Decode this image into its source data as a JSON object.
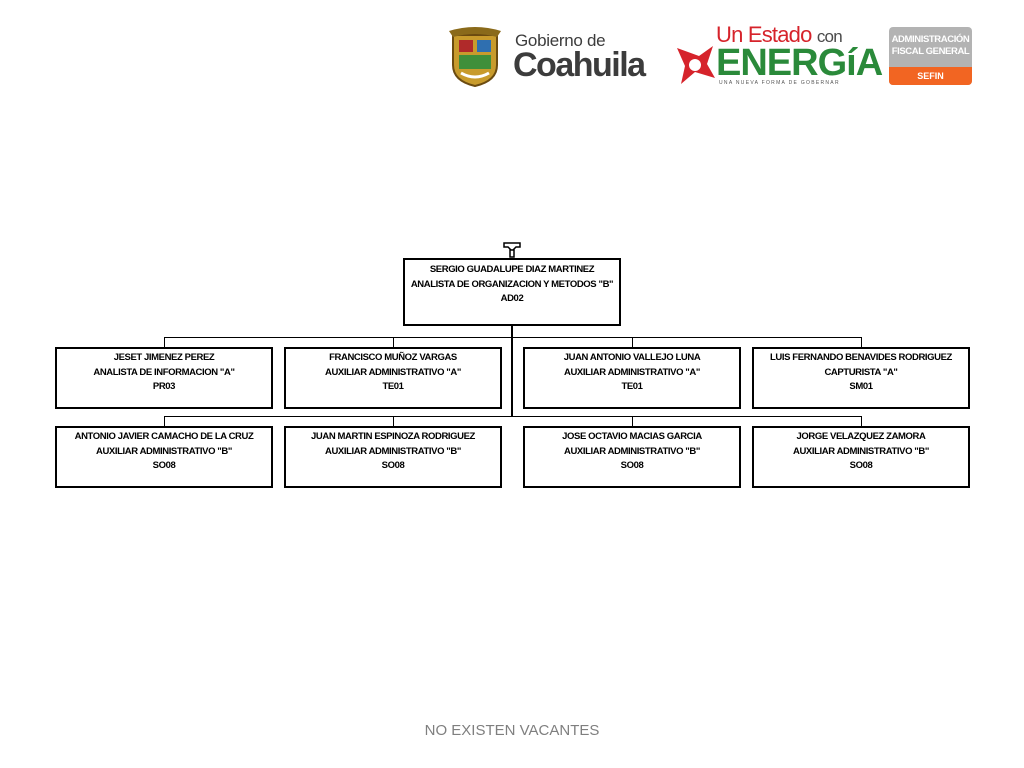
{
  "header": {
    "gobierno_small": "Gobierno de",
    "gobierno_big": "Coahuila",
    "estado_line1_a": "Un Estado",
    "estado_line1_b": "con",
    "estado_line2": "ENERGíA",
    "estado_tagline": "UNA NUEVA FORMA DE GOBERNAR",
    "afg_line1": "ADMINISTRACIÓN",
    "afg_line2": "FISCAL GENERAL",
    "afg_band": "SEFIN",
    "colors": {
      "red": "#d6232b",
      "green": "#2a8a3a",
      "orange": "#f26522",
      "gray": "#b3b3b3"
    }
  },
  "org": {
    "root": {
      "name": "SERGIO GUADALUPE DIAZ MARTINEZ",
      "title": "ANALISTA DE ORGANIZACION Y METODOS \"B\"",
      "code": "AD02"
    },
    "row1": [
      {
        "name": "JESET JIMENEZ PEREZ",
        "title": "ANALISTA DE INFORMACION \"A\"",
        "code": "PR03"
      },
      {
        "name": "FRANCISCO MUÑOZ VARGAS",
        "title": "AUXILIAR ADMINISTRATIVO \"A\"",
        "code": "TE01"
      },
      {
        "name": "JUAN ANTONIO VALLEJO LUNA",
        "title": "AUXILIAR ADMINISTRATIVO \"A\"",
        "code": "TE01"
      },
      {
        "name": "LUIS FERNANDO BENAVIDES RODRIGUEZ",
        "title": "CAPTURISTA \"A\"",
        "code": "SM01"
      }
    ],
    "row2": [
      {
        "name": "ANTONIO JAVIER CAMACHO DE LA CRUZ",
        "title": "AUXILIAR ADMINISTRATIVO \"B\"",
        "code": "SO08"
      },
      {
        "name": "JUAN MARTIN ESPINOZA RODRIGUEZ",
        "title": "AUXILIAR ADMINISTRATIVO \"B\"",
        "code": "SO08"
      },
      {
        "name": "JOSE OCTAVIO MACIAS GARCIA",
        "title": "AUXILIAR ADMINISTRATIVO \"B\"",
        "code": "SO08"
      },
      {
        "name": "JORGE VELAZQUEZ ZAMORA",
        "title": "AUXILIAR ADMINISTRATIVO \"B\"",
        "code": "SO08"
      }
    ]
  },
  "footer": {
    "text": "NO EXISTEN VACANTES"
  }
}
